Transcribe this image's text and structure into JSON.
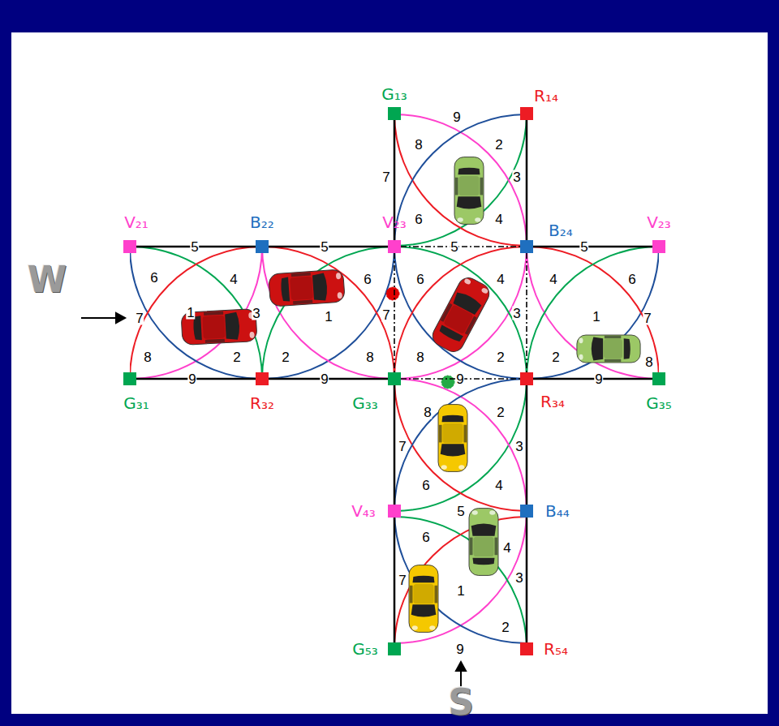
{
  "diagram": {
    "nodes": [
      {
        "text": [
          "G₁₃"
        ]
      },
      {
        "text": [
          "R₁₄"
        ]
      },
      {
        "text": [
          "V₂₁"
        ]
      },
      {
        "text": [
          "B₂₂"
        ]
      },
      {
        "text": [
          "V₂₃"
        ]
      },
      {
        "text": [
          "B₂₄"
        ]
      },
      {
        "text": [
          "V₂₃"
        ]
      },
      {
        "text": [
          "G₃₁"
        ]
      },
      {
        "text": [
          "R₃₂"
        ]
      },
      {
        "text": [
          "G₃₃"
        ]
      },
      {
        "text": [
          "R₃₄"
        ]
      },
      {
        "text": [
          "G₃₅"
        ]
      },
      {
        "text": [
          "V₄₃"
        ]
      },
      {
        "text": [
          "B₄₄"
        ]
      },
      {
        "text": [
          "G₅₃"
        ]
      },
      {
        "text": [
          "R₅₄"
        ]
      }
    ],
    "edges": [
      {
        "from": 0,
        "to": 4,
        "arrow": "none"
      },
      {
        "from": 1,
        "to": 5,
        "arrow": "none"
      },
      {
        "from": 2,
        "to": 3,
        "arrow": "none"
      },
      {
        "from": 3,
        "to": 4,
        "arrow": "none"
      },
      {
        "from": 4,
        "to": 5,
        "arrow": "none"
      },
      {
        "from": 5,
        "to": 6,
        "arrow": "none"
      },
      {
        "from": 7,
        "to": 8,
        "arrow": "none"
      },
      {
        "from": 8,
        "to": 9,
        "arrow": "none"
      },
      {
        "from": 9,
        "to": 10,
        "arrow": "none"
      },
      {
        "from": 10,
        "to": 11,
        "arrow": "none"
      },
      {
        "from": 4,
        "to": 9,
        "arrow": "none"
      },
      {
        "from": 5,
        "to": 10,
        "arrow": "none"
      },
      {
        "from": 9,
        "to": 12,
        "arrow": "none"
      },
      {
        "from": 12,
        "to": 14,
        "arrow": "none"
      },
      {
        "from": 10,
        "to": 13,
        "arrow": "none"
      },
      {
        "from": 13,
        "to": 15,
        "arrow": "none"
      }
    ],
    "labels": [
      "9",
      "8",
      "2",
      "7",
      "3",
      "6",
      "4",
      "5",
      "5",
      "5",
      "5",
      "6",
      "4",
      "6",
      "6",
      "4",
      "4",
      "6",
      "W",
      "7",
      "1",
      "3",
      "1",
      "7",
      "3",
      "1",
      "7",
      "8",
      "2",
      "2",
      "8",
      "8",
      "2",
      "2",
      "8",
      "9",
      "9",
      "9",
      "9",
      "8",
      "2",
      "7",
      "3",
      "6",
      "4",
      "5",
      "6",
      "4",
      "7",
      "1",
      "3",
      "2",
      "9",
      "S"
    ]
  }
}
